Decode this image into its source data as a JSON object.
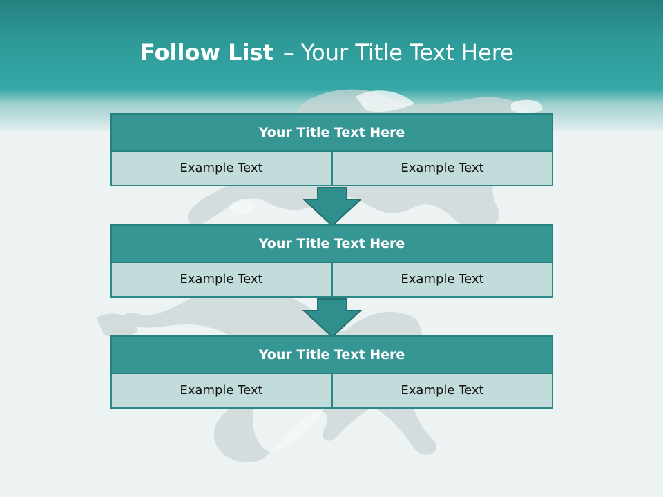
{
  "slide": {
    "title_bold": "Follow List",
    "separator": "–",
    "title_rest": "Your Title Text Here"
  },
  "blocks": [
    {
      "title": "Your Title Text Here",
      "left_text": "Example Text",
      "right_text": "Example Text"
    },
    {
      "title": "Your Title Text Here",
      "left_text": "Example Text",
      "right_text": "Example Text"
    },
    {
      "title": "Your Title Text Here",
      "left_text": "Example Text",
      "right_text": "Example Text"
    }
  ],
  "colors": {
    "header": "#2e9a98",
    "block_title": "#359694",
    "cell": "#c2dcdb",
    "arrow": "#2f8f8d"
  }
}
